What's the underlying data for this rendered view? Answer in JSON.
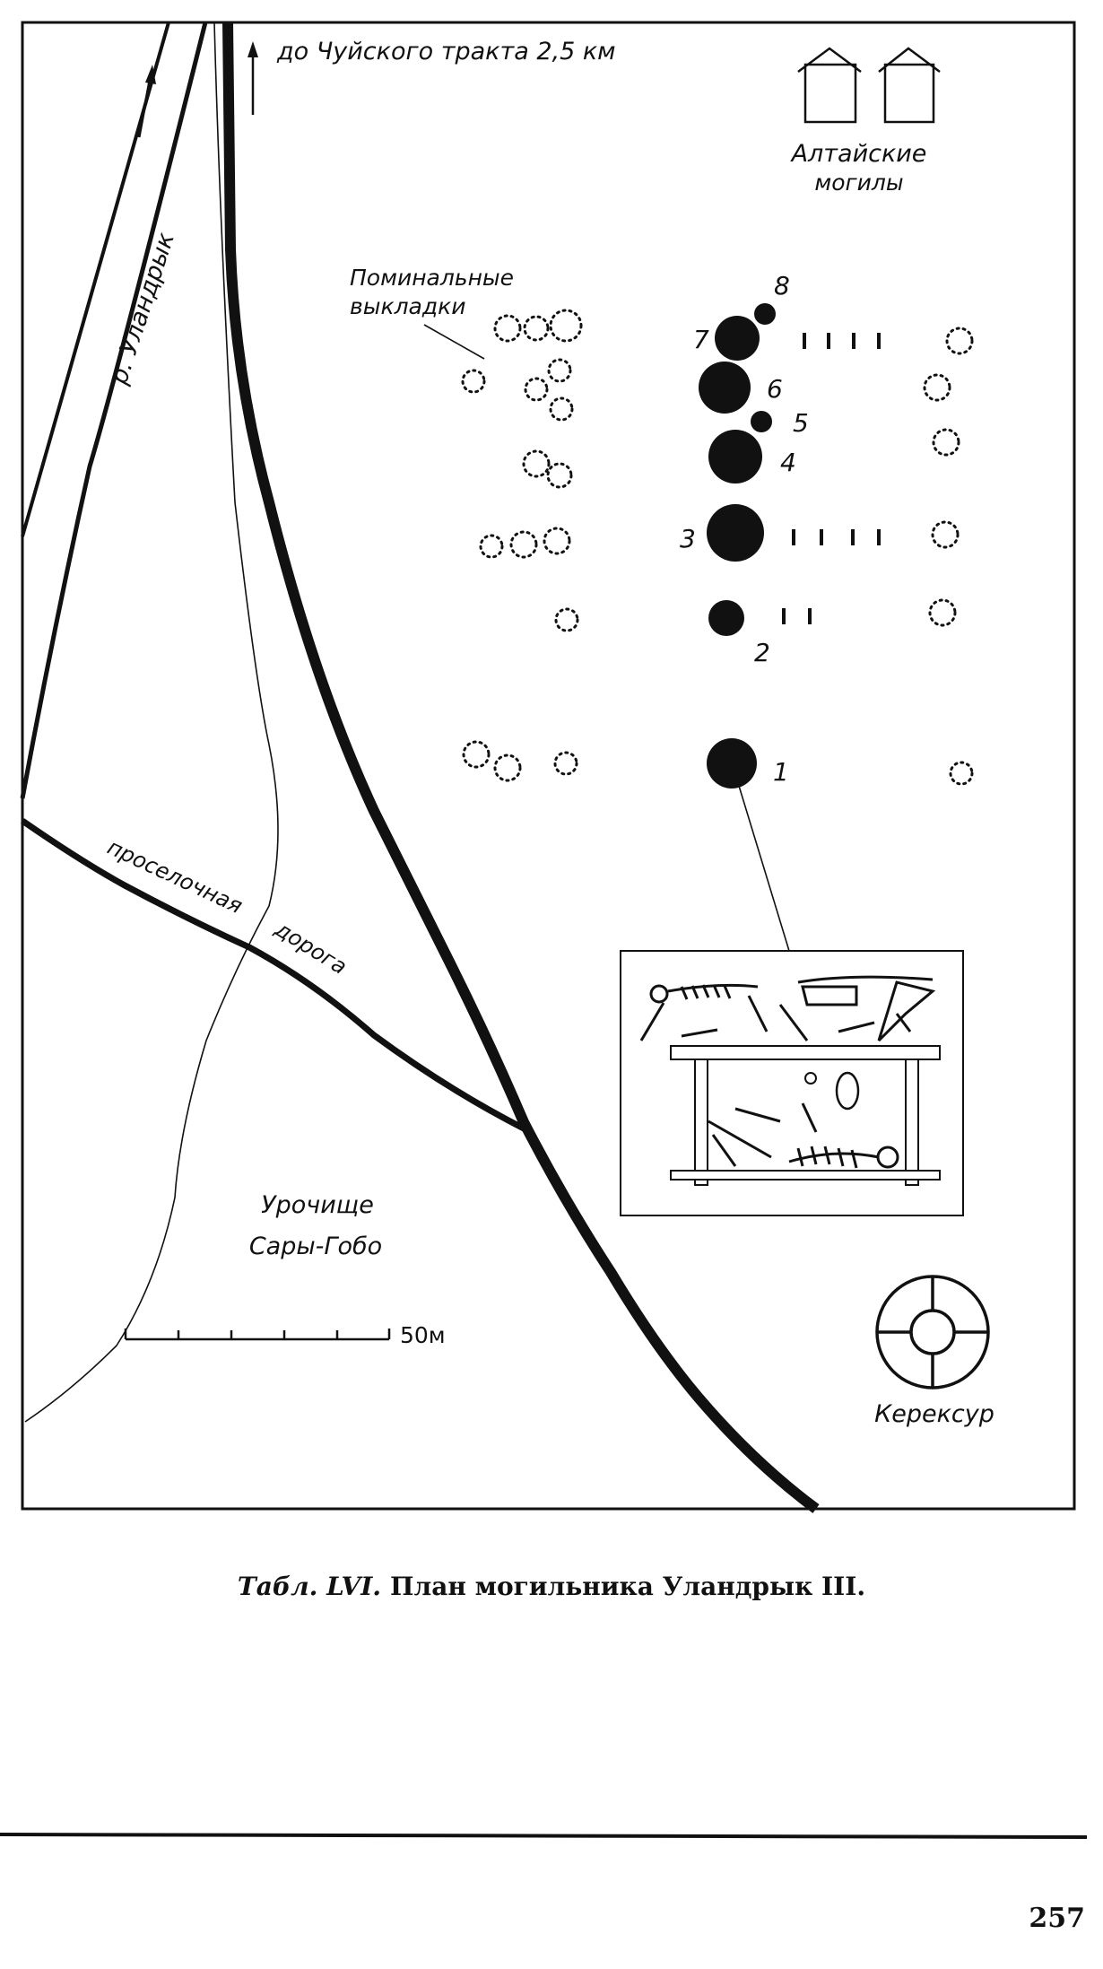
{
  "map": {
    "direction_note": "до Чуйского тракта 2,5 км",
    "river_label": "р. Уландрык",
    "altai_graves_label_1": "Алтайские",
    "altai_graves_label_2": "могилы",
    "memorial_label_1": "Поминальные",
    "memorial_label_2": "выкладки",
    "road_label_1": "проселочная",
    "road_label_2": "дорога",
    "locality_label_1": "Урочище",
    "locality_label_2": "Сары-Гобо",
    "scale_label": "50м",
    "kereksur_label": "Керексур",
    "graves": [
      "1",
      "2",
      "3",
      "4",
      "5",
      "6",
      "7",
      "8"
    ]
  },
  "caption": {
    "prefix": "Табл. LVI.",
    "text": "План могильника Уландрык III."
  },
  "page_number": "257"
}
